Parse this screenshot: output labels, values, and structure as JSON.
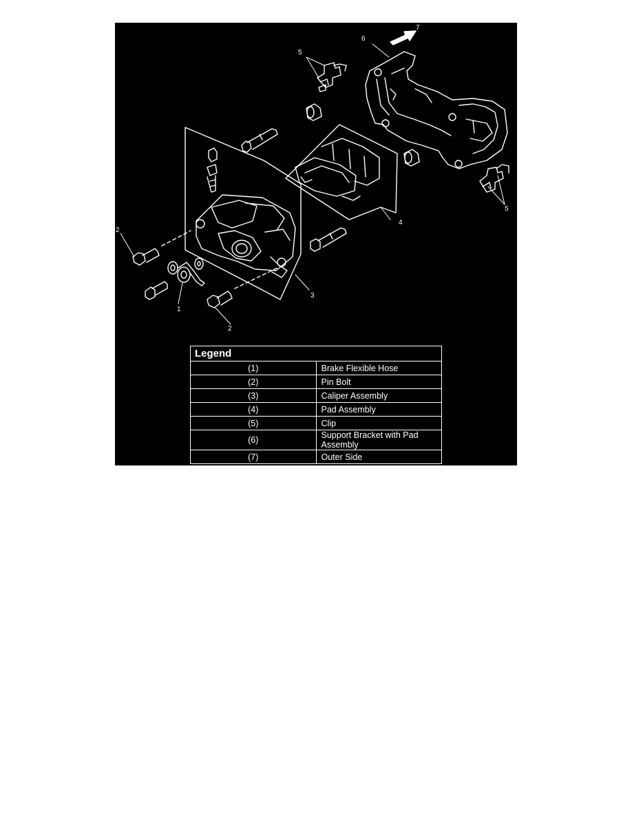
{
  "callouts": {
    "c1": "1",
    "c2a": "2",
    "c2b": "2",
    "c3": "3",
    "c4": "4",
    "c5a": "5",
    "c5b": "5",
    "c6": "6",
    "c7": "7"
  },
  "legend": {
    "title": "Legend",
    "rows": [
      {
        "num": "(1)",
        "desc": "Brake Flexible Hose"
      },
      {
        "num": "(2)",
        "desc": "Pin Bolt"
      },
      {
        "num": "(3)",
        "desc": "Caliper Assembly"
      },
      {
        "num": "(4)",
        "desc": "Pad Assembly"
      },
      {
        "num": "(5)",
        "desc": "Clip"
      },
      {
        "num": "(6)",
        "desc": "Support Bracket with Pad Assembly"
      },
      {
        "num": "(7)",
        "desc": "Outer Side"
      }
    ]
  },
  "colors": {
    "background": "#000000",
    "line": "#ffffff"
  }
}
